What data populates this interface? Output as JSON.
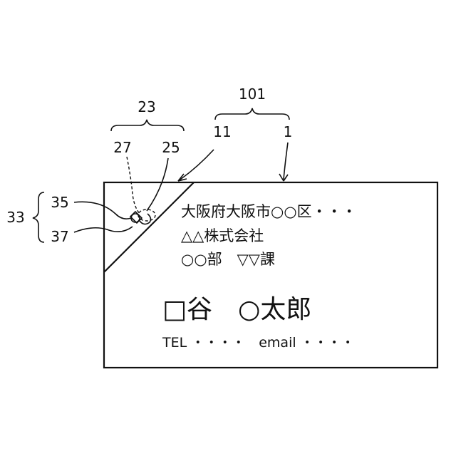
{
  "labels": {
    "ref_101": "101",
    "ref_1": "1",
    "ref_11": "11",
    "ref_23": "23",
    "ref_27": "27",
    "ref_25": "25",
    "ref_33": "33",
    "ref_35": "35",
    "ref_37": "37"
  },
  "card": {
    "address_line": "大阪府大阪市○○区・・・",
    "company_line": "△△株式会社",
    "department_line": "○○部　▽▽課",
    "name_line": "□谷　○太郎",
    "contact_line": "TEL ・・・・　email ・・・・"
  }
}
